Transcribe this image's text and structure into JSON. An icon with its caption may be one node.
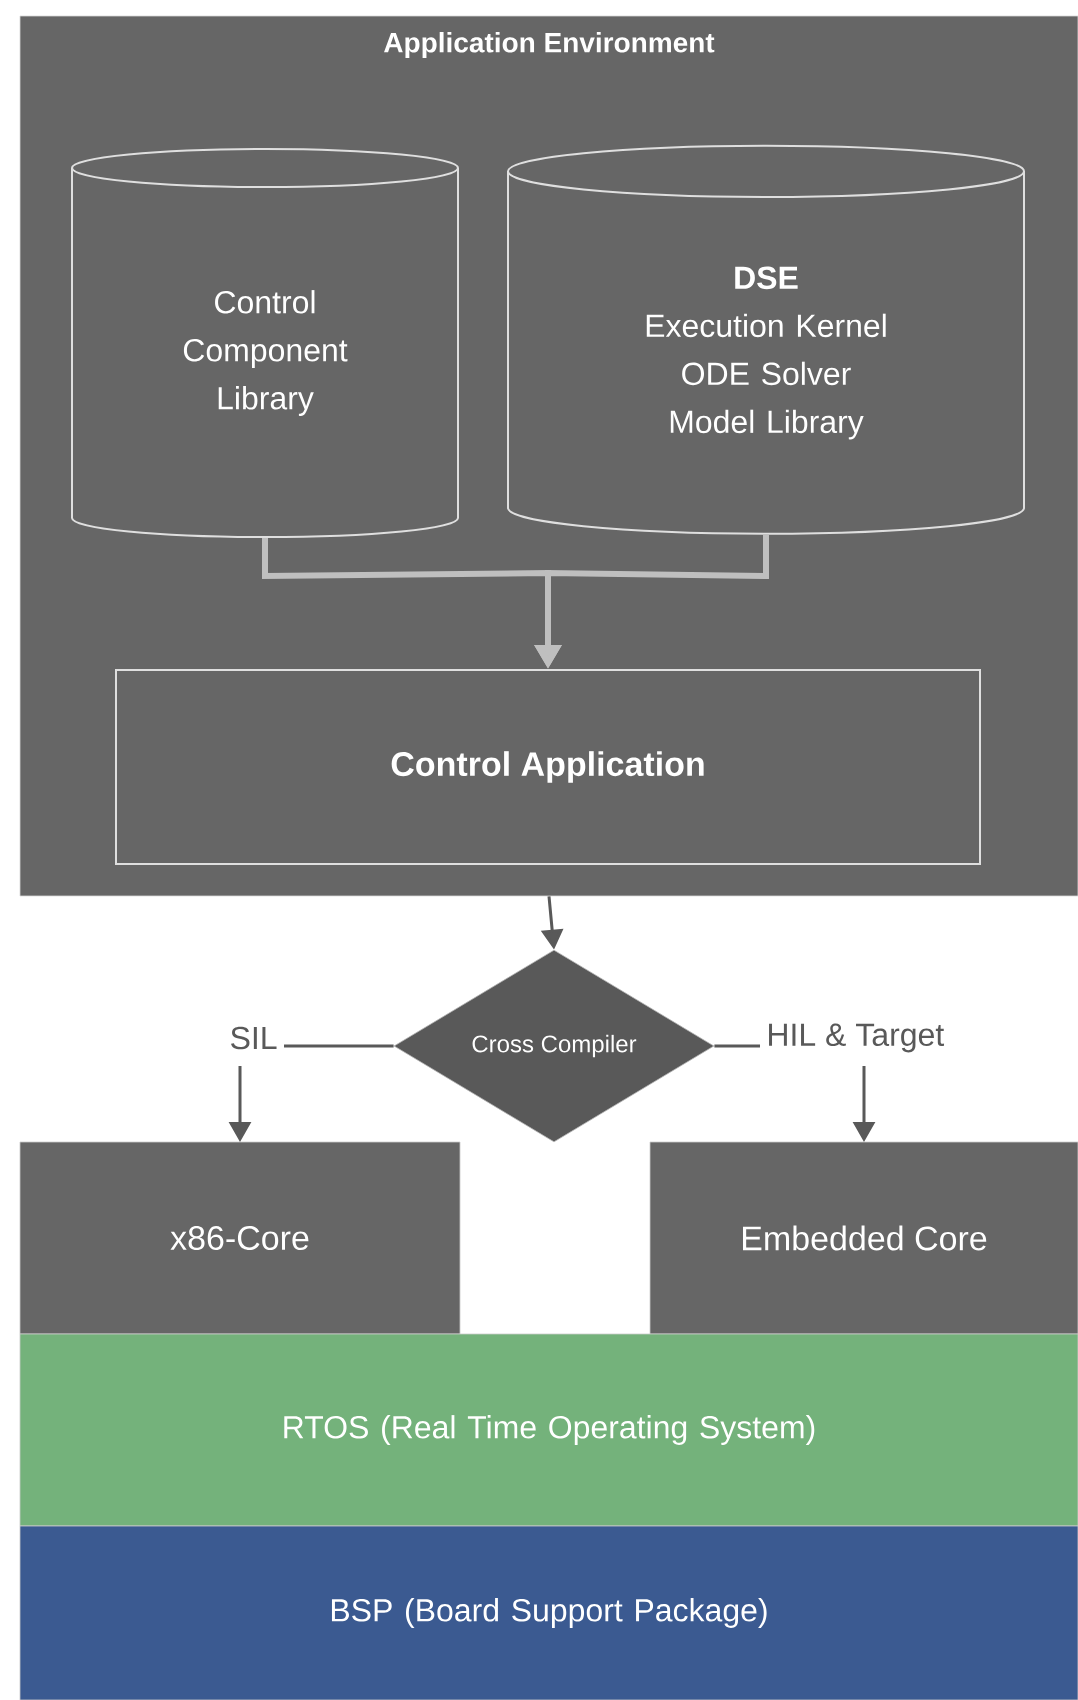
{
  "diagram": {
    "nodes": [
      {
        "text": [
          "Application Environment"
        ]
      },
      {
        "text": [
          "Control Component Library"
        ],
        "in": 0
      },
      {
        "text": [
          "DSE",
          "Execution Kernel ODE Solver Model Library"
        ],
        "in": 0
      },
      {
        "text": [
          "Control Application"
        ],
        "in": 0
      },
      {
        "text": [
          "Cross Compiler"
        ]
      },
      {
        "text": [
          "x86-Core"
        ]
      },
      {
        "text": [
          "Embedded Core"
        ]
      },
      {
        "text": [
          "RTOS (Real Time Operating System)"
        ]
      },
      {
        "text": [
          "BSP (Board Support Package)"
        ]
      }
    ],
    "edges": [
      {
        "from": 1,
        "to": 3,
        "arrow": "to",
        "style": "thick",
        "color": "#bfbfbf"
      },
      {
        "from": 2,
        "to": 3,
        "arrow": "to",
        "style": "thick",
        "color": "#bfbfbf"
      },
      {
        "from": 0,
        "to": 4,
        "arrow": "to"
      },
      {
        "from": 4,
        "to": 5,
        "arrow": "to",
        "label": "SIL"
      },
      {
        "from": 4,
        "to": 6,
        "arrow": "to",
        "label": "HIL & Target"
      }
    ]
  }
}
